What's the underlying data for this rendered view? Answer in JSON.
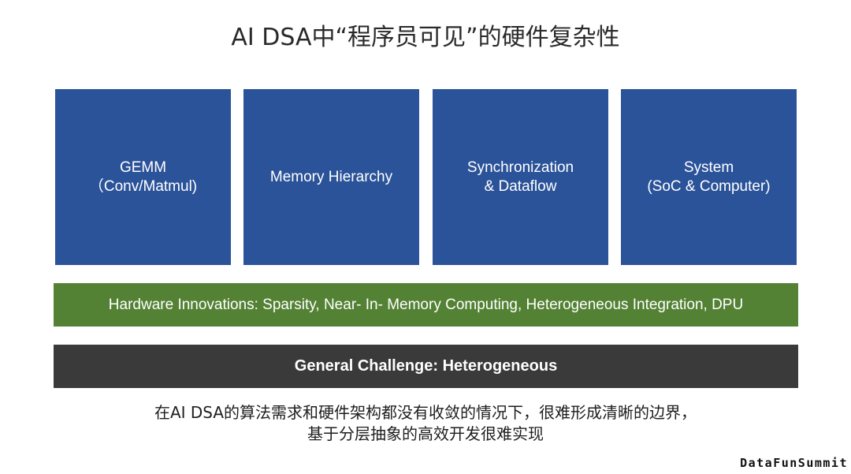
{
  "title": "AI DSA中“程序员可见”的硬件复杂性",
  "blocks": [
    {
      "line1": "GEMM",
      "line2": "（Conv/Matmul)"
    },
    {
      "line1": "Memory Hierarchy",
      "line2": ""
    },
    {
      "line1": "Synchronization",
      "line2": "& Dataflow"
    },
    {
      "line1": "System",
      "line2": "(SoC & Computer)"
    }
  ],
  "innovations": "Hardware Innovations: Sparsity, Near- In- Memory Computing, Heterogeneous Integration, DPU",
  "challenge": "General Challenge: Heterogeneous",
  "caption": {
    "line1": "在AI DSA的算法需求和硬件架构都没有收敛的情况下，很难形成清晰的边界，",
    "line2": "基于分层抽象的高效开发很难实现"
  },
  "brand": "DataFunSummit",
  "colors": {
    "block": "#2b5399",
    "innovations": "#548235",
    "challenge": "#3a3a3a"
  }
}
